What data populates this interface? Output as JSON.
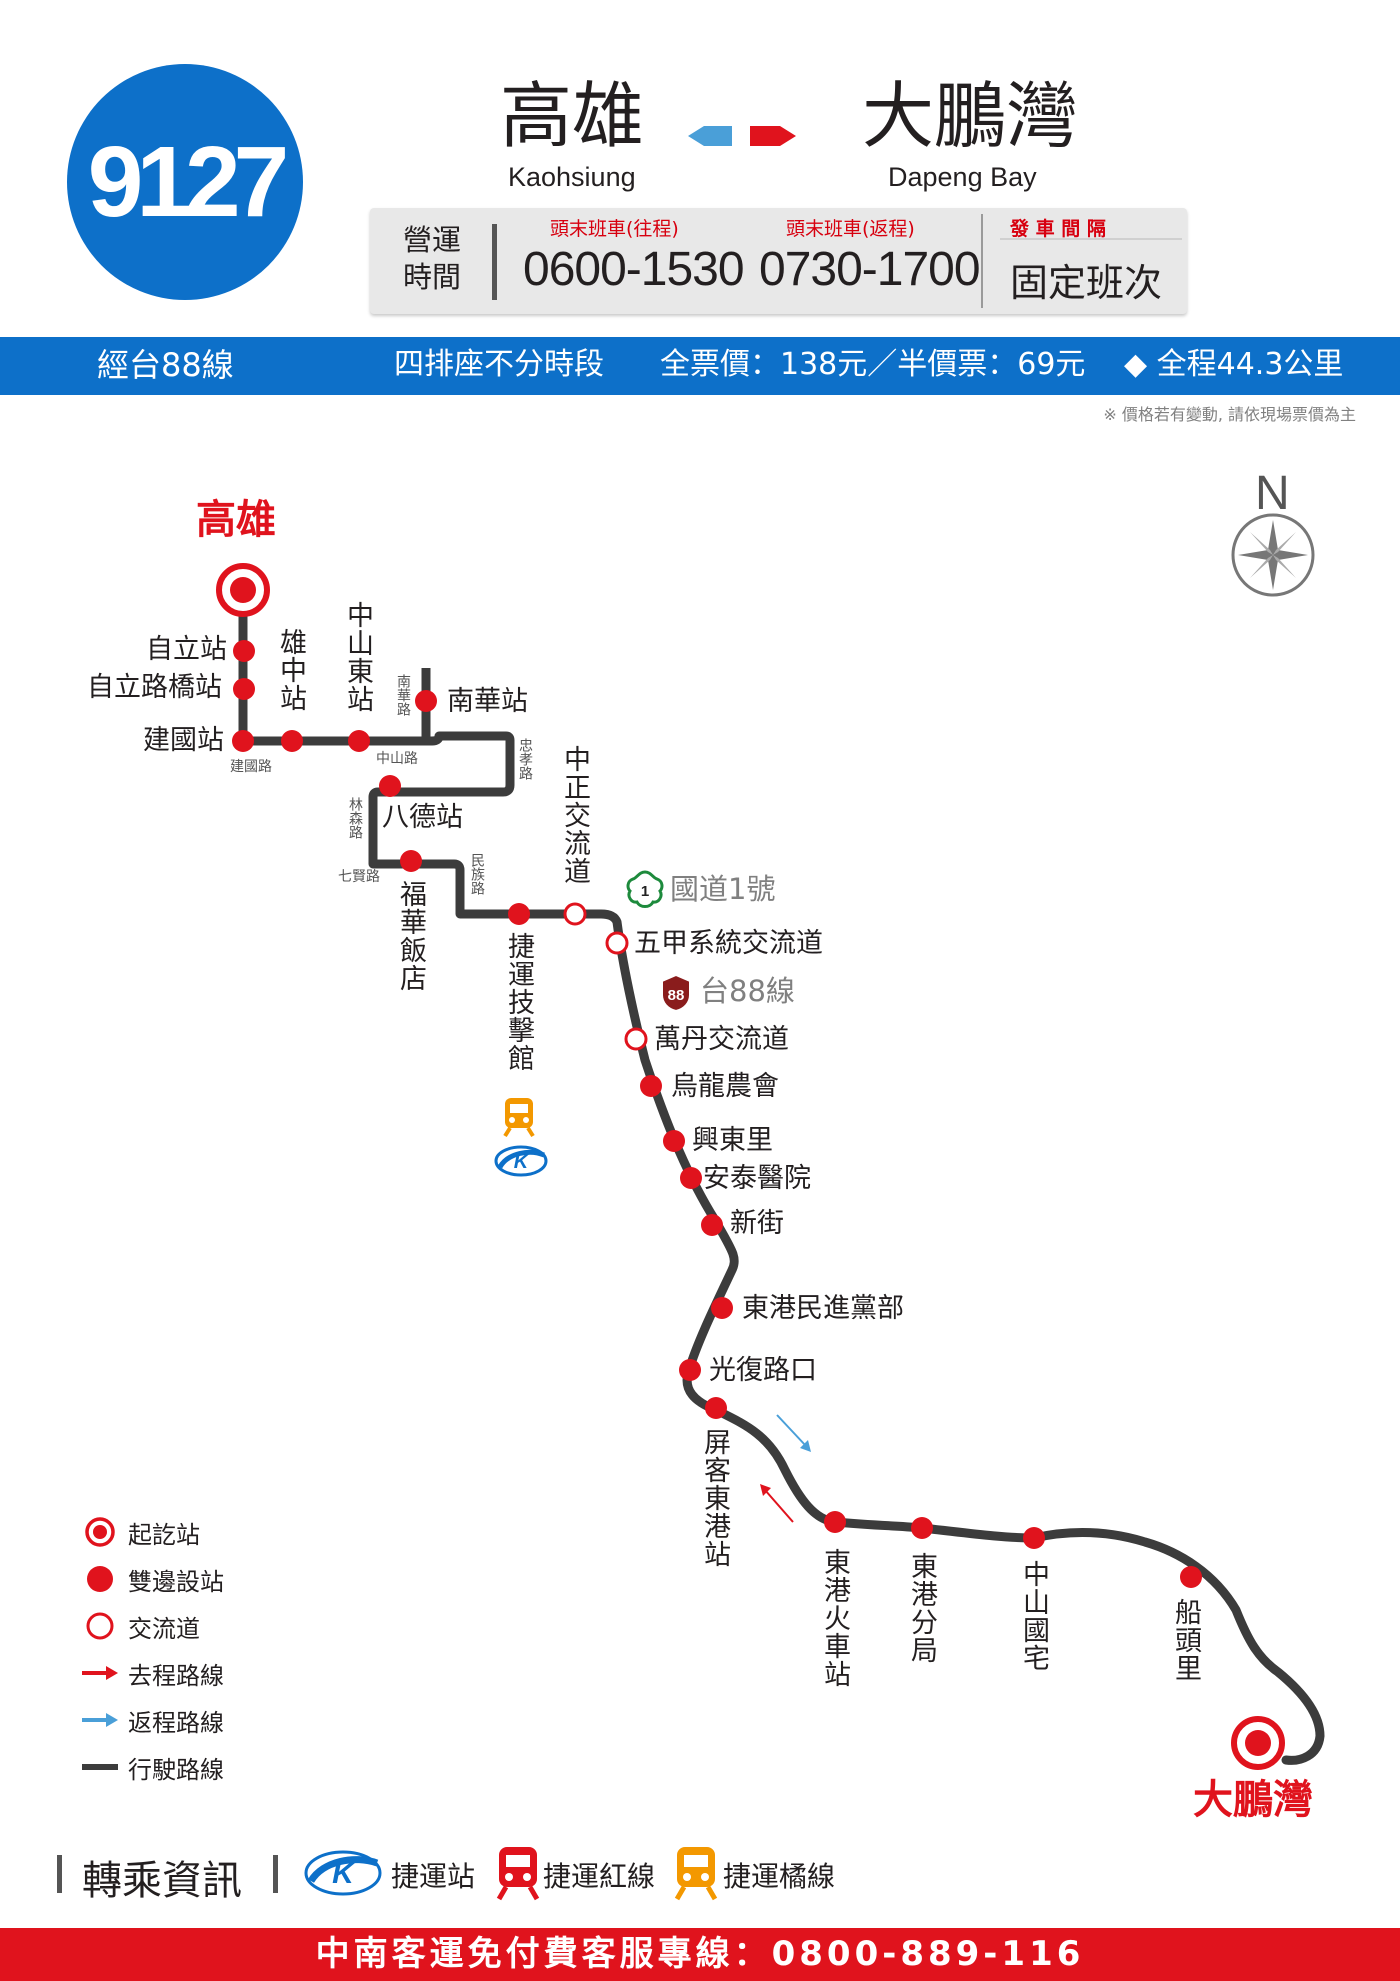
{
  "route": {
    "number": "9127",
    "origin_zh": "高雄",
    "origin_en": "Kaohsiung",
    "destination_zh": "大鵬灣",
    "destination_en": "Dapeng Bay"
  },
  "hours": {
    "label": "營運\n時間",
    "outbound_head": "頭末班車(往程)",
    "outbound_time": "0600-1530",
    "return_head": "頭末班車(返程)",
    "return_time": "0730-1700",
    "interval_head": "發 車 間 隔",
    "interval_value": "固定班次"
  },
  "info_bar": {
    "via": "經台88線",
    "seats": "四排座不分時段",
    "fare": "全票價：138元／半價票：69元",
    "distance": "◆ 全程44.3公里"
  },
  "price_note": "※ 價格若有變動, 請依現場票價為主",
  "compass": {
    "north_label": "N"
  },
  "map": {
    "terminal_start": "高雄",
    "terminal_end": "大鵬灣",
    "stops": {
      "ziliz": "自立站",
      "ziliqiao": "自立路橋站",
      "jianguo": "建國站",
      "xiongzhong": "雄中站",
      "zhongshandong": "中山東站",
      "nanhua": "南華站",
      "bade": "八德站",
      "fuhua": "福華飯店",
      "mrt_jiji": "捷運技擊館",
      "zhongzheng_ic": "中正交流道",
      "wujia_ic": "五甲系統交流道",
      "wandan_ic": "萬丹交流道",
      "wulong": "烏龍農會",
      "xingdong": "興東里",
      "antai": "安泰醫院",
      "xinjie": "新街",
      "donggang_dpp": "東港民進黨部",
      "guangfu": "光復路口",
      "pingke": "屏客東港站",
      "donggang_train": "東港火車站",
      "donggang_police": "東港分局",
      "zhongshan_housing": "中山國宅",
      "chuantou": "船頭里"
    },
    "roads": {
      "jianguo_rd": "建國路",
      "zhongshan_rd": "中山路",
      "nanhua_rd": "南華路",
      "zhongxiao_rd": "忠孝路",
      "linsen_rd": "林森路",
      "qixian_rd": "七賢路",
      "minzu_rd": "民族路"
    },
    "highways": {
      "national1_num": "1",
      "national1": "國道1號",
      "tai88_num": "88",
      "tai88": "台88線"
    }
  },
  "legend": {
    "terminus": "起訖站",
    "both_sides": "雙邊設站",
    "interchange": "交流道",
    "outbound": "去程路線",
    "return": "返程路線",
    "route": "行駛路線"
  },
  "transfer": {
    "title": "轉乘資訊",
    "mrt_station": "捷運站",
    "red_line": "捷運紅線",
    "orange_line": "捷運橘線"
  },
  "footer": {
    "hotline": "中南客運免付費客服專線：0800-889-116"
  },
  "colors": {
    "brand_blue": "#0d70c9",
    "stop_red": "#e0131d",
    "route_line": "#3c3c3c",
    "mrt_red": "#e0131d",
    "mrt_orange": "#f39800",
    "arrow_blue": "#4a9fd8"
  }
}
